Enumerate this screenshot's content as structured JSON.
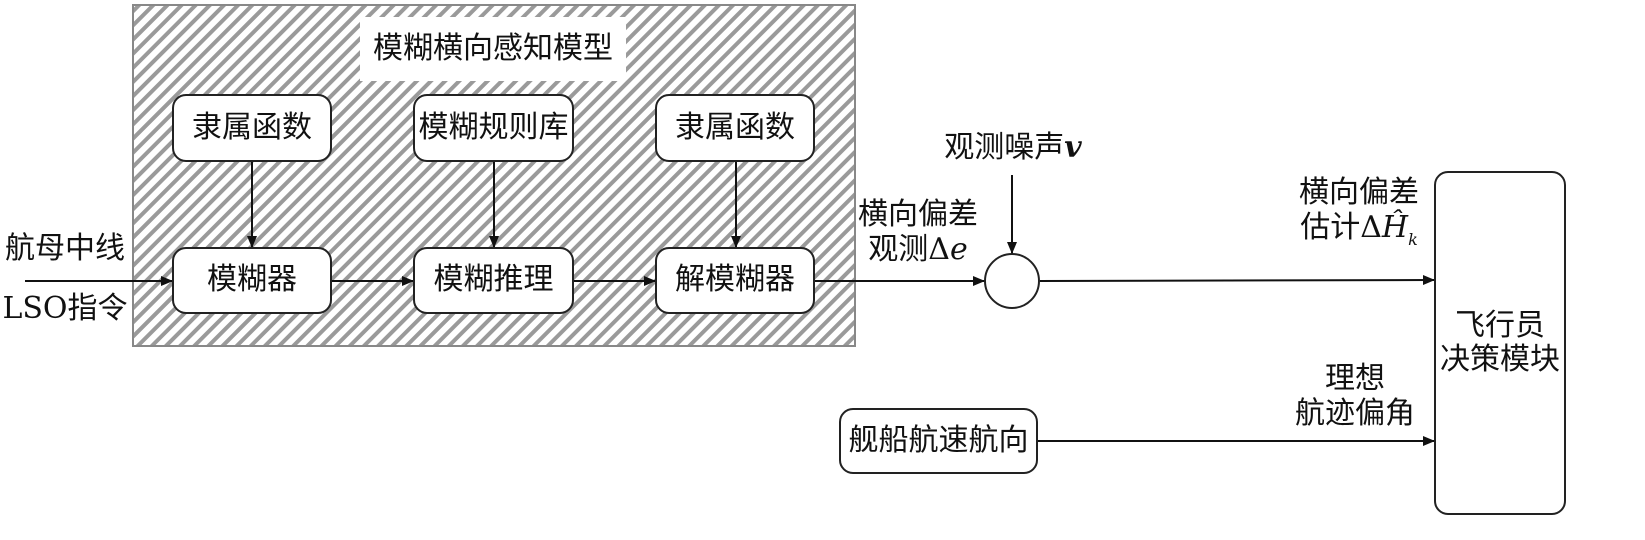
{
  "fuzzy_model": {
    "title": "模糊横向感知模型",
    "membership_left": "隶属函数",
    "rule_base": "模糊规则库",
    "membership_right": "隶属函数",
    "fuzzifier": "模糊器",
    "inference": "模糊推理",
    "defuzzifier": "解模糊器"
  },
  "inputs": {
    "carrier_centerline": "航母中线",
    "lso_command": "LSO指令"
  },
  "observation": {
    "line1": "横向偏差",
    "line2_prefix": "观测Δ",
    "line2_var": "e"
  },
  "noise": {
    "prefix": "观测噪声",
    "var": "v"
  },
  "estimate": {
    "line1": "横向偏差",
    "line2_prefix": "估计Δ",
    "var": "Ĥ",
    "subscript": "k"
  },
  "pilot": {
    "line1": "飞行员",
    "line2": "决策模块"
  },
  "ship": {
    "label": "舰船航速航向"
  },
  "ideal": {
    "line1": "理想",
    "line2": "航迹偏角"
  }
}
